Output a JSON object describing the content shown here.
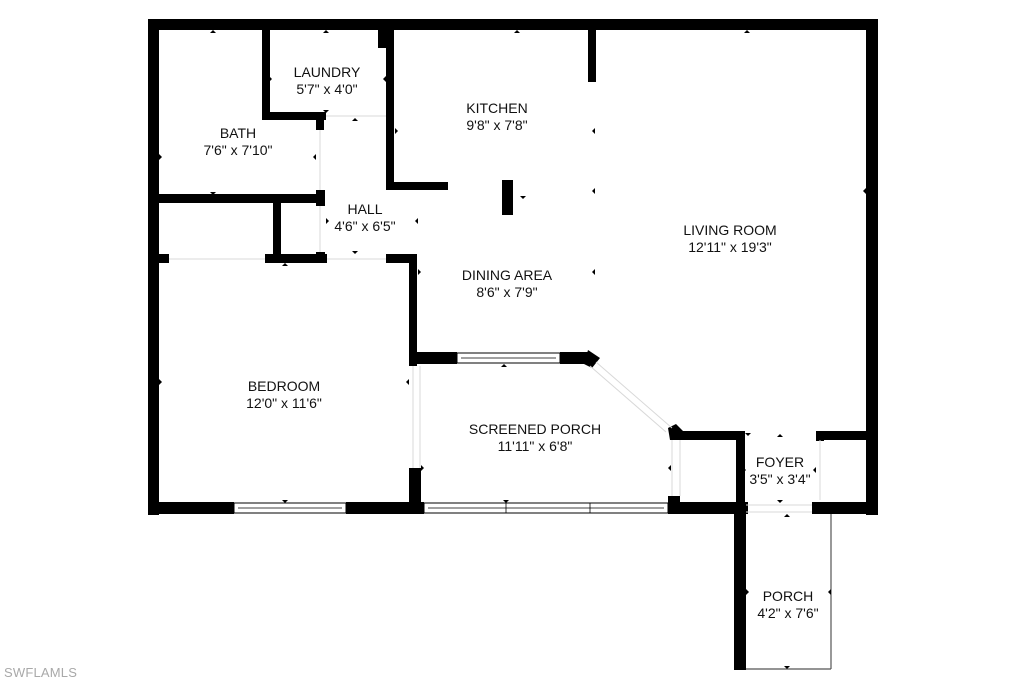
{
  "floorplan": {
    "colors": {
      "wall": "#000000",
      "background": "#ffffff",
      "watermark": "#a9a9a9"
    },
    "rooms": [
      {
        "id": "laundry",
        "name": "LAUNDRY",
        "dims": "5'7\" x 4'0\""
      },
      {
        "id": "kitchen",
        "name": "KITCHEN",
        "dims": "9'8\" x 7'8\""
      },
      {
        "id": "bath",
        "name": "BATH",
        "dims": "7'6\" x 7'10\""
      },
      {
        "id": "hall",
        "name": "HALL",
        "dims": "4'6\" x 6'5\""
      },
      {
        "id": "living",
        "name": "LIVING ROOM",
        "dims": "12'11\" x 19'3\""
      },
      {
        "id": "dining",
        "name": "DINING AREA",
        "dims": "8'6\" x 7'9\""
      },
      {
        "id": "bedroom",
        "name": "BEDROOM",
        "dims": "12'0\" x 11'6\""
      },
      {
        "id": "screened",
        "name": "SCREENED PORCH",
        "dims": "11'11\" x 6'8\""
      },
      {
        "id": "foyer",
        "name": "FOYER",
        "dims": "3'5\" x 3'4\""
      },
      {
        "id": "porch",
        "name": "PORCH",
        "dims": "4'2\" x 7'6\""
      }
    ],
    "watermark": "SWFLAMLS"
  }
}
